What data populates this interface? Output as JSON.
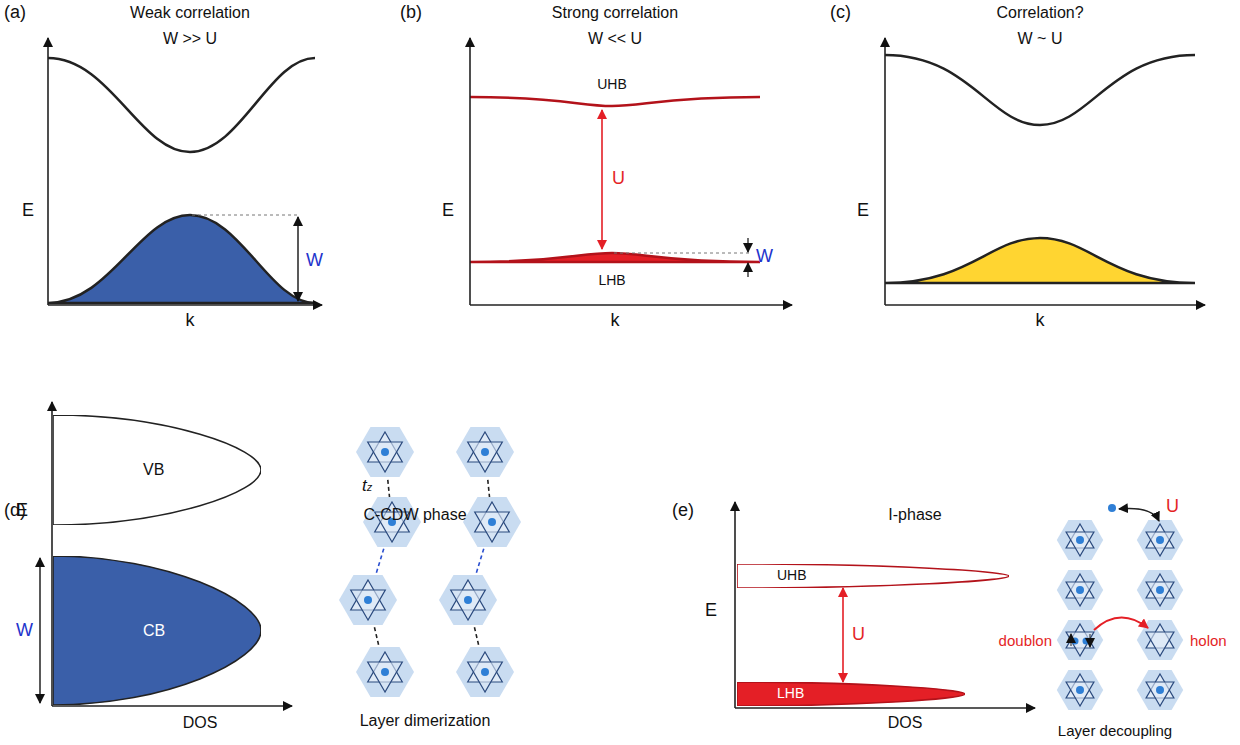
{
  "diagram": {
    "nodes": [
      {
        "text": [
          "VB"
        ]
      },
      {
        "text": [
          "CB"
        ]
      },
      {
        "text": [
          "UHB"
        ]
      },
      {
        "text": [
          "LHB"
        ]
      }
    ],
    "edges": [
      {
        "from": 3,
        "to": 2,
        "arrow": "both",
        "label": "U"
      }
    ],
    "labels": [
      "(a)",
      "Weak correlation",
      "W >> U",
      "E",
      "W",
      "k",
      "(b)",
      "Strong correlation",
      "W << U",
      "UHB",
      "U",
      "W",
      "LHB",
      "E",
      "k",
      "(c)",
      "Correlation?",
      "W ~ U",
      "E",
      "k",
      "(d)",
      "C-CDW phase",
      "E",
      "W",
      "DOS",
      "tz",
      "Layer dimerization",
      "(e)",
      "I-phase",
      "E",
      "DOS",
      "U",
      "doublon",
      "holon",
      "Layer decoupling"
    ]
  }
}
